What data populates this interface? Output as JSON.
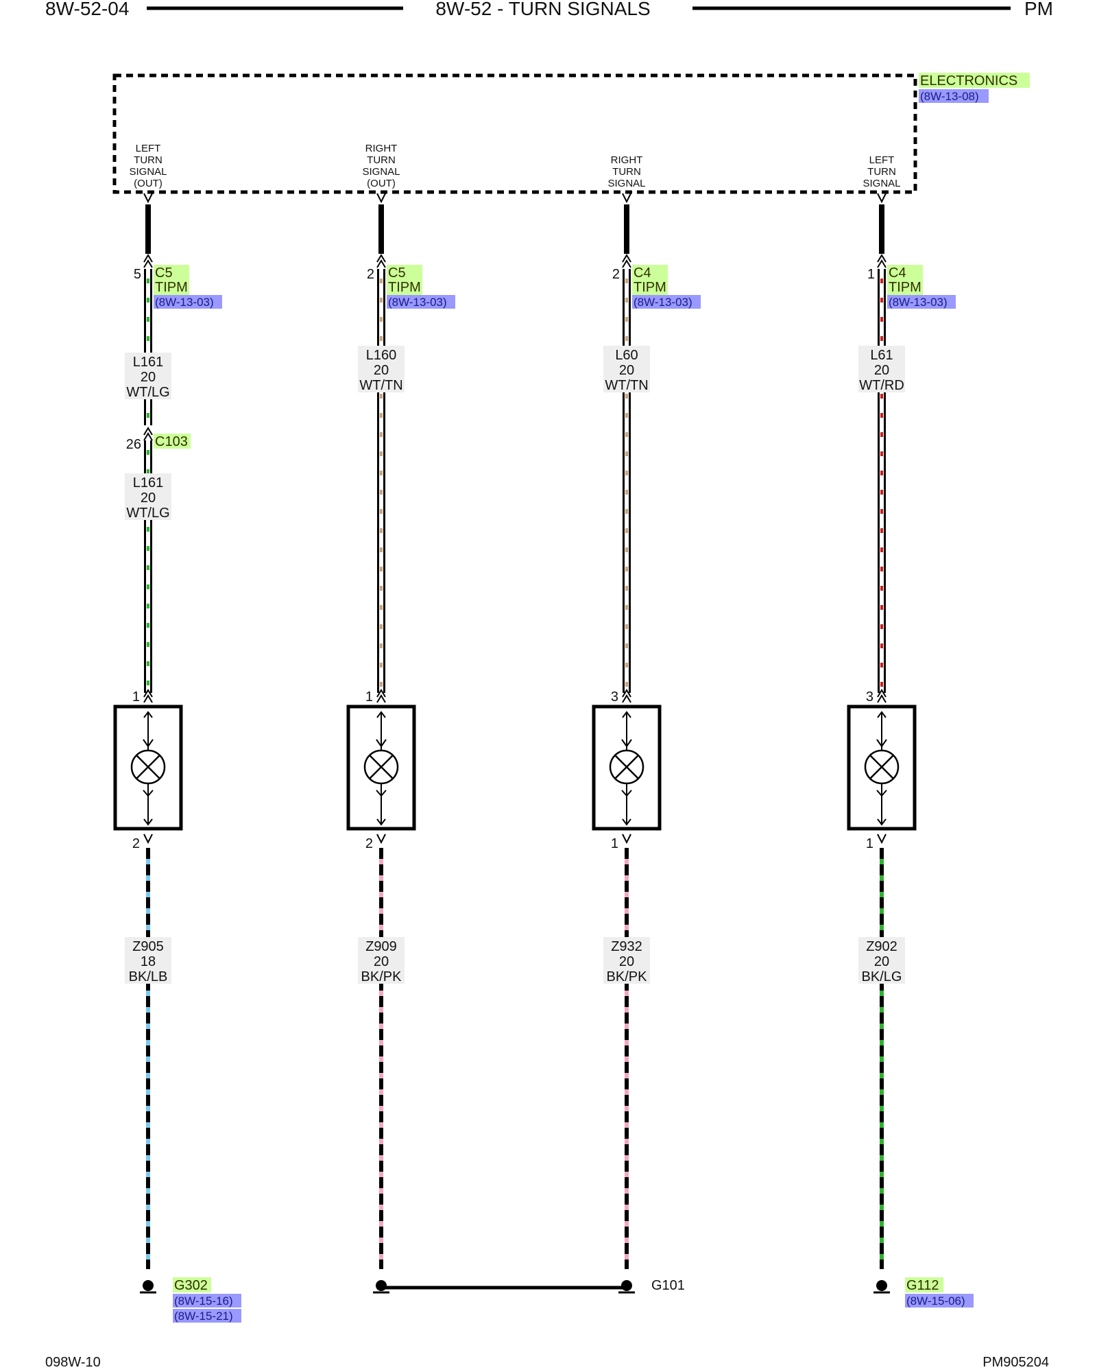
{
  "header": {
    "left": "8W-52-04",
    "title": "8W-52 - TURN SIGNALS",
    "right": "PM"
  },
  "footer": {
    "left": "098W-10",
    "right": "PM905204"
  },
  "module": {
    "name": "ELECTRONICS",
    "ref": "(8W-13-08)",
    "pins": [
      [
        "LEFT",
        "TURN",
        "SIGNAL",
        "(OUT)"
      ],
      [
        "RIGHT",
        "TURN",
        "SIGNAL",
        "(OUT)"
      ],
      [
        "RIGHT",
        "TURN",
        "SIGNAL"
      ],
      [
        "LEFT",
        "TURN",
        "SIGNAL"
      ]
    ]
  },
  "circuits": [
    {
      "conn_pin": "5",
      "conn_id": "C5",
      "conn_name": "TIPM",
      "conn_ref": "(8W-13-03)",
      "wire_top": [
        "L161",
        "20",
        "WT/LG"
      ],
      "inline_pin": "26",
      "inline_id": "C103",
      "wire_mid": [
        "L161",
        "20",
        "WT/LG"
      ],
      "lamp_pin_top": "1",
      "lamp_pin_bot": "2",
      "wire_bot": [
        "Z905",
        "18",
        "BK/LB"
      ],
      "stripe_top": "#2db52d",
      "stripe_bot": "#7ec8ee"
    },
    {
      "conn_pin": "2",
      "conn_id": "C5",
      "conn_name": "TIPM",
      "conn_ref": "(8W-13-03)",
      "wire_top": [
        "L160",
        "20",
        "WT/TN"
      ],
      "lamp_pin_top": "1",
      "lamp_pin_bot": "2",
      "wire_bot": [
        "Z909",
        "20",
        "BK/PK"
      ],
      "stripe_top": "#c8a27a",
      "stripe_bot": "#f2a8bd"
    },
    {
      "conn_pin": "2",
      "conn_id": "C4",
      "conn_name": "TIPM",
      "conn_ref": "(8W-13-03)",
      "wire_top": [
        "L60",
        "20",
        "WT/TN"
      ],
      "lamp_pin_top": "3",
      "lamp_pin_bot": "1",
      "wire_bot": [
        "Z932",
        "20",
        "BK/PK"
      ],
      "stripe_top": "#c8a27a",
      "stripe_bot": "#f2a8bd"
    },
    {
      "conn_pin": "1",
      "conn_id": "C4",
      "conn_name": "TIPM",
      "conn_ref": "(8W-13-03)",
      "wire_top": [
        "L61",
        "20",
        "WT/RD"
      ],
      "lamp_pin_top": "3",
      "lamp_pin_bot": "1",
      "wire_bot": [
        "Z902",
        "20",
        "BK/LG"
      ],
      "stripe_top": "#d31a1a",
      "stripe_bot": "#2db52d"
    }
  ],
  "grounds": [
    {
      "name": "G302",
      "refs": [
        "(8W-15-16)",
        "(8W-15-21)"
      ]
    },
    {
      "name": "G101",
      "refs": []
    },
    {
      "name": "G112",
      "refs": [
        "(8W-15-06)"
      ]
    }
  ],
  "colors": {
    "connector_highlight": "#ccff99",
    "reference_highlight": "#9999ff",
    "wire_outline": "#000000"
  }
}
